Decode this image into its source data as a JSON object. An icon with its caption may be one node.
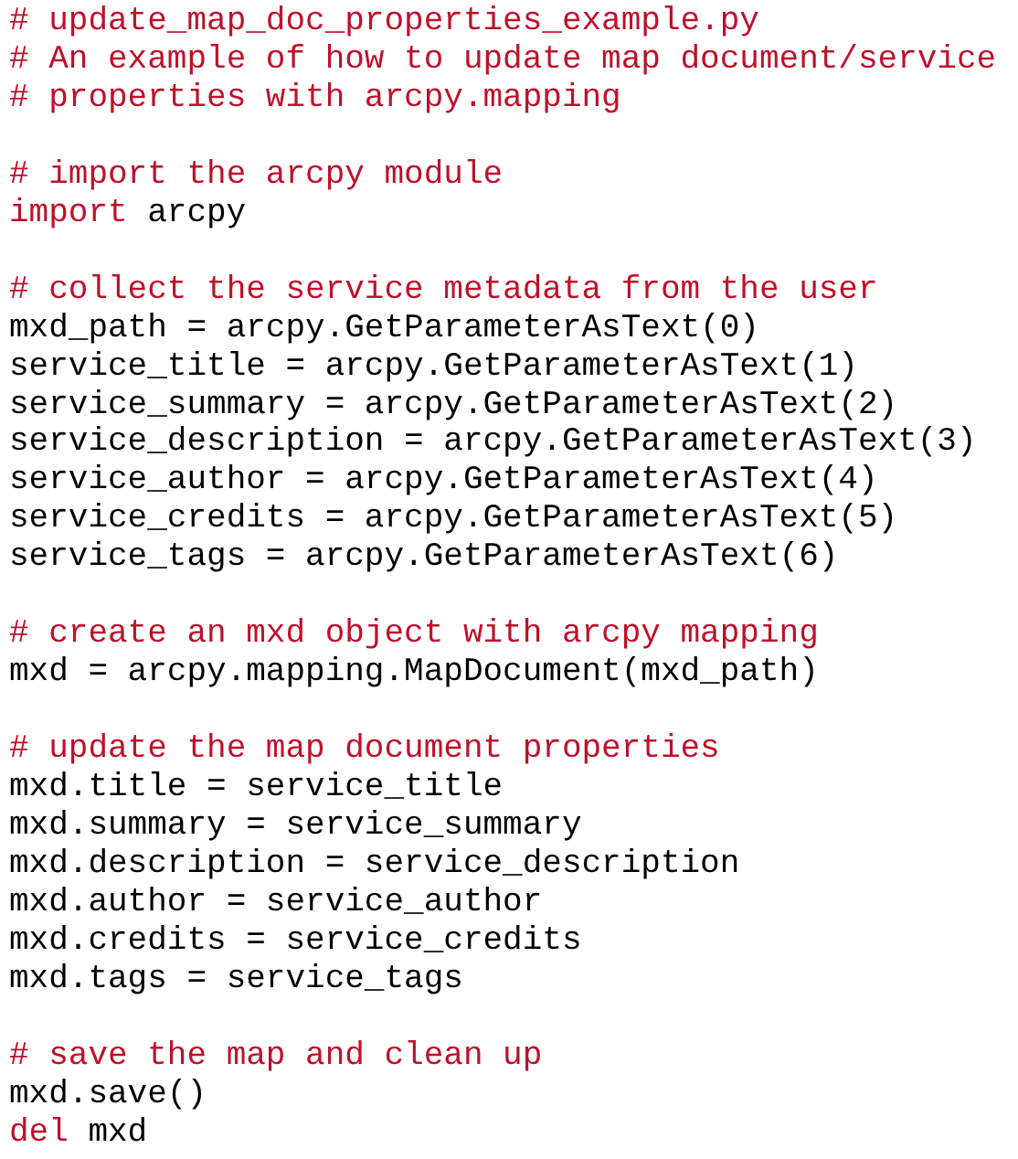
{
  "diagram": {
    "labels": [
      "# update_map_doc_properties_example.py",
      "# An example of how to update map document/service",
      "# properties with arcpy.mapping",
      "# import the arcpy module",
      "import",
      "arcpy",
      "# collect the service metadata from the user",
      "mxd_path = arcpy.GetParameterAsText(0)",
      "service_title = arcpy.GetParameterAsText(1)",
      "service_summary = arcpy.GetParameterAsText(2)",
      "service_description = arcpy.GetParameterAsText(3)",
      "service_author = arcpy.GetParameterAsText(4)",
      "service_credits = arcpy.GetParameterAsText(5)",
      "service_tags = arcpy.GetParameterAsText(6)",
      "# create an mxd object with arcpy mapping",
      "mxd = arcpy.mapping.MapDocument(mxd_path)",
      "# update the map document properties",
      "mxd.title = service_title",
      "mxd.summary = service_summary",
      "mxd.description = service_description",
      "mxd.author = service_author",
      "mxd.credits = service_credits",
      "mxd.tags = service_tags",
      "# save the map and clean up",
      "mxd.save()",
      "del",
      "mxd"
    ]
  }
}
